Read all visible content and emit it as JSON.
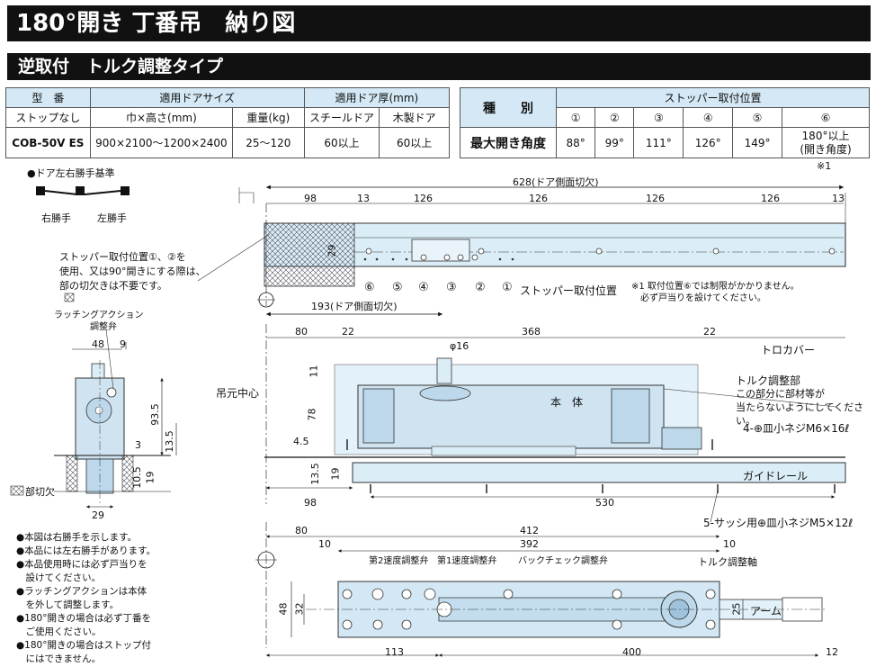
{
  "title": "180°開き 丁番吊　納り図",
  "subtitle": "逆取付　トルク調整タイプ",
  "table1": {
    "h_model": "型　番",
    "h_size": "適用ドアサイズ",
    "h_thick": "適用ドア厚(mm)",
    "h_nostop": "ストップなし",
    "h_wh": "巾×高さ(mm)",
    "h_weight": "重量(kg)",
    "h_steel": "スチールドア",
    "h_wood": "木製ドア",
    "model": "COB-50V ES",
    "wh": "900×2100～1200×2400",
    "weight": "25～120",
    "steel": "60以上",
    "wood": "60以上"
  },
  "table2": {
    "h_kind": "種　　別",
    "h_pos": "ストッパー取付位置",
    "positions": [
      "①",
      "②",
      "③",
      "④",
      "⑤",
      "⑥"
    ],
    "row_label": "最大開き角度",
    "angles": [
      "88°",
      "99°",
      "111°",
      "126°",
      "149°",
      "180°以上\n(開き角度)"
    ],
    "footnote": "※1"
  },
  "legend": {
    "title": "●ドア左右勝手基準",
    "right": "右勝手",
    "left": "左勝手"
  },
  "top_view": {
    "total": "628(ドア側面切欠)",
    "dims": [
      "98",
      "13",
      "126",
      "126",
      "126",
      "126",
      "13"
    ],
    "height": "29",
    "bottom": "193(ドア側面切欠)",
    "stopper_note": "ストッパー取付位置①、②を\n使用、又は90°開きにする際は、\n部の切欠きは不要です。",
    "stopper_nums": [
      "⑥",
      "⑤",
      "④",
      "③",
      "②",
      "①"
    ],
    "stopper_label": "ストッパー取付位置",
    "note1": "※1 取付位置⑥では制限がかかりません。\n　必ず戸当りを設けてください。"
  },
  "side_view": {
    "latch": "ラッチングアクション\n　　　　調整弁",
    "w48": "48",
    "w9": "9",
    "d935": "93.5",
    "d135": "13.5",
    "d3": "3",
    "d105": "10.5",
    "d19": "19",
    "d29": "29",
    "cut": "部切欠"
  },
  "front_view": {
    "d80": "80",
    "d22a": "22",
    "d368": "368",
    "d22b": "22",
    "phi16": "φ16",
    "d11": "11",
    "d78": "78",
    "d45": "4.5",
    "d135": "13.5",
    "d19": "19",
    "d98": "98",
    "d530": "530",
    "pivot": "吊元中心",
    "body": "本　体",
    "cover": "トロカバー",
    "torque": "トルク調整部",
    "torque_note": "この部分に部材等が\n当たらないようにしてください。",
    "screw1": "4-⊕皿小ネジM6×16ℓ",
    "rail": "ガイドレール",
    "screw2": "5-サッシ用⊕皿小ネジM5×12ℓ"
  },
  "bottom_view": {
    "d80": "80",
    "d412": "412",
    "d10a": "10",
    "d392": "392",
    "d10b": "10",
    "v2": "第2速度調整弁",
    "v1": "第1速度調整弁",
    "back": "バックチェック調整弁",
    "axis": "トルク調整軸",
    "d48": "48",
    "d32": "32",
    "d25": "25",
    "arm": "アーム",
    "d113": "113",
    "d400": "400",
    "d12": "12"
  },
  "notes": [
    "●本図は右勝手を示します。",
    "●本品には左右勝手があります。",
    "●本品使用時には必ず戸当りを",
    "　設けてください。",
    "●ラッチングアクションは本体",
    "　を外して調整します。",
    "●180°開きの場合は必ず丁番を",
    "　ご使用ください。",
    "●180°開きの場合はストップ付",
    "　にはできません。"
  ]
}
